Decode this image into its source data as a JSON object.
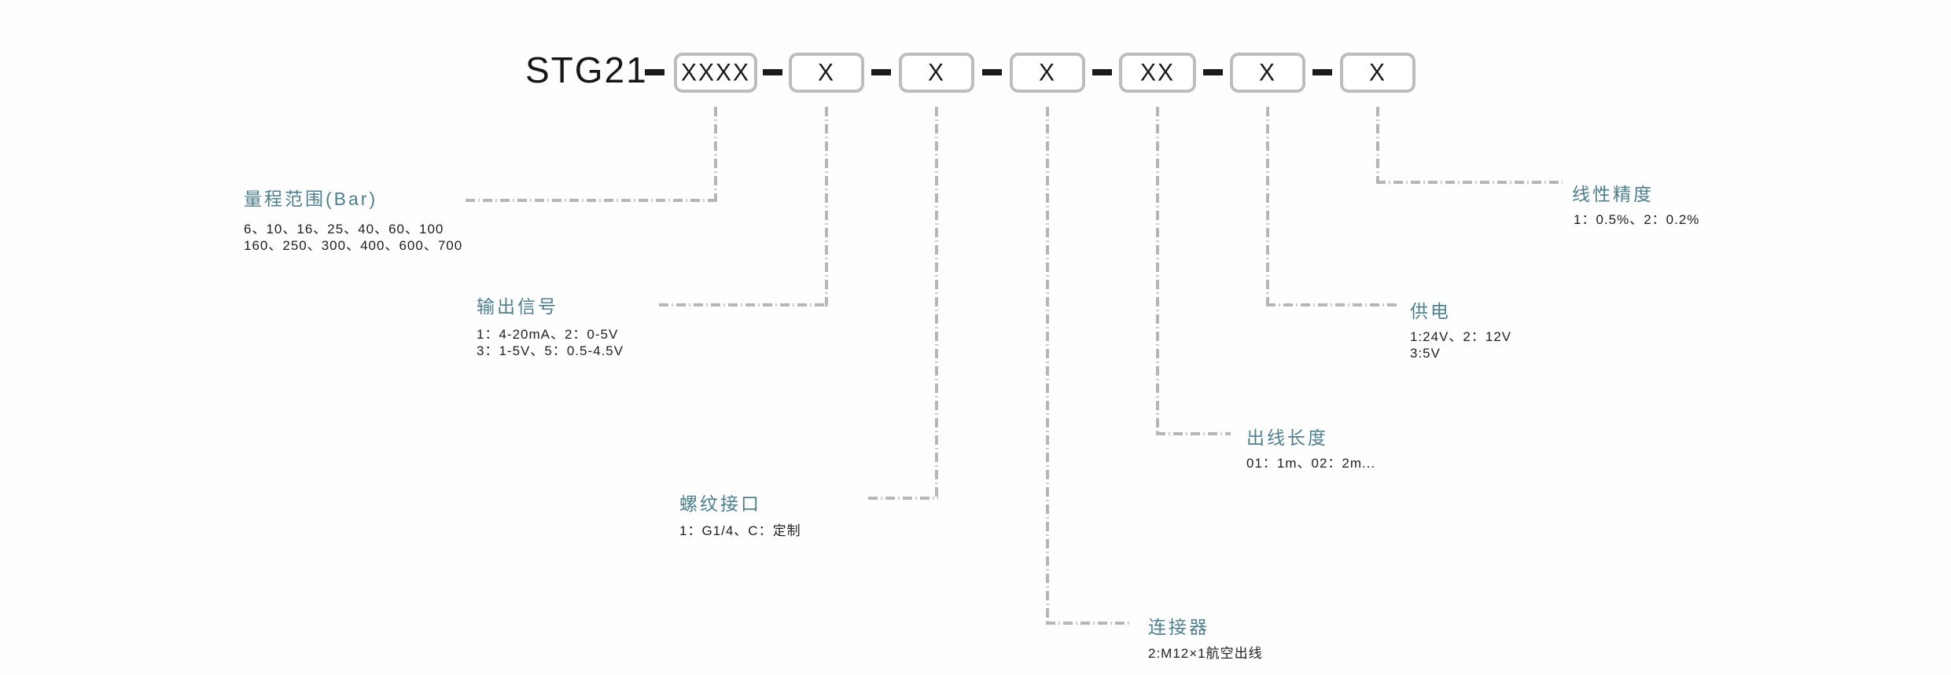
{
  "model": "STG21",
  "boxes": [
    "XXXX",
    "X",
    "X",
    "X",
    "XX",
    "X",
    "X"
  ],
  "fields": [
    {
      "id": "range",
      "label": "量程范围(Bar)",
      "values": [
        "6、10、16、25、40、60、100",
        "160、250、300、400、600、700"
      ]
    },
    {
      "id": "output-signal",
      "label": "输出信号",
      "values": [
        "1：4-20mA、2：0-5V",
        "3：1-5V、5：0.5-4.5V"
      ]
    },
    {
      "id": "thread",
      "label": "螺纹接口",
      "values": [
        "1：G1/4、C：定制"
      ]
    },
    {
      "id": "connector",
      "label": "连接器",
      "values": [
        "2:M12×1航空出线"
      ]
    },
    {
      "id": "cable-length",
      "label": "出线长度",
      "values": [
        "01：1m、02：2m..."
      ]
    },
    {
      "id": "power",
      "label": "供电",
      "values": [
        "1:24V、2：12V",
        "3:5V"
      ]
    },
    {
      "id": "accuracy",
      "label": "线性精度",
      "values": [
        "1：0.5%、2：0.2%"
      ]
    }
  ],
  "colors": {
    "label_teal": "#4d7f8d",
    "dash_gray": "#b9b5b5",
    "box_border": "#bfbcbc",
    "text_dark": "#1e1e1e"
  }
}
